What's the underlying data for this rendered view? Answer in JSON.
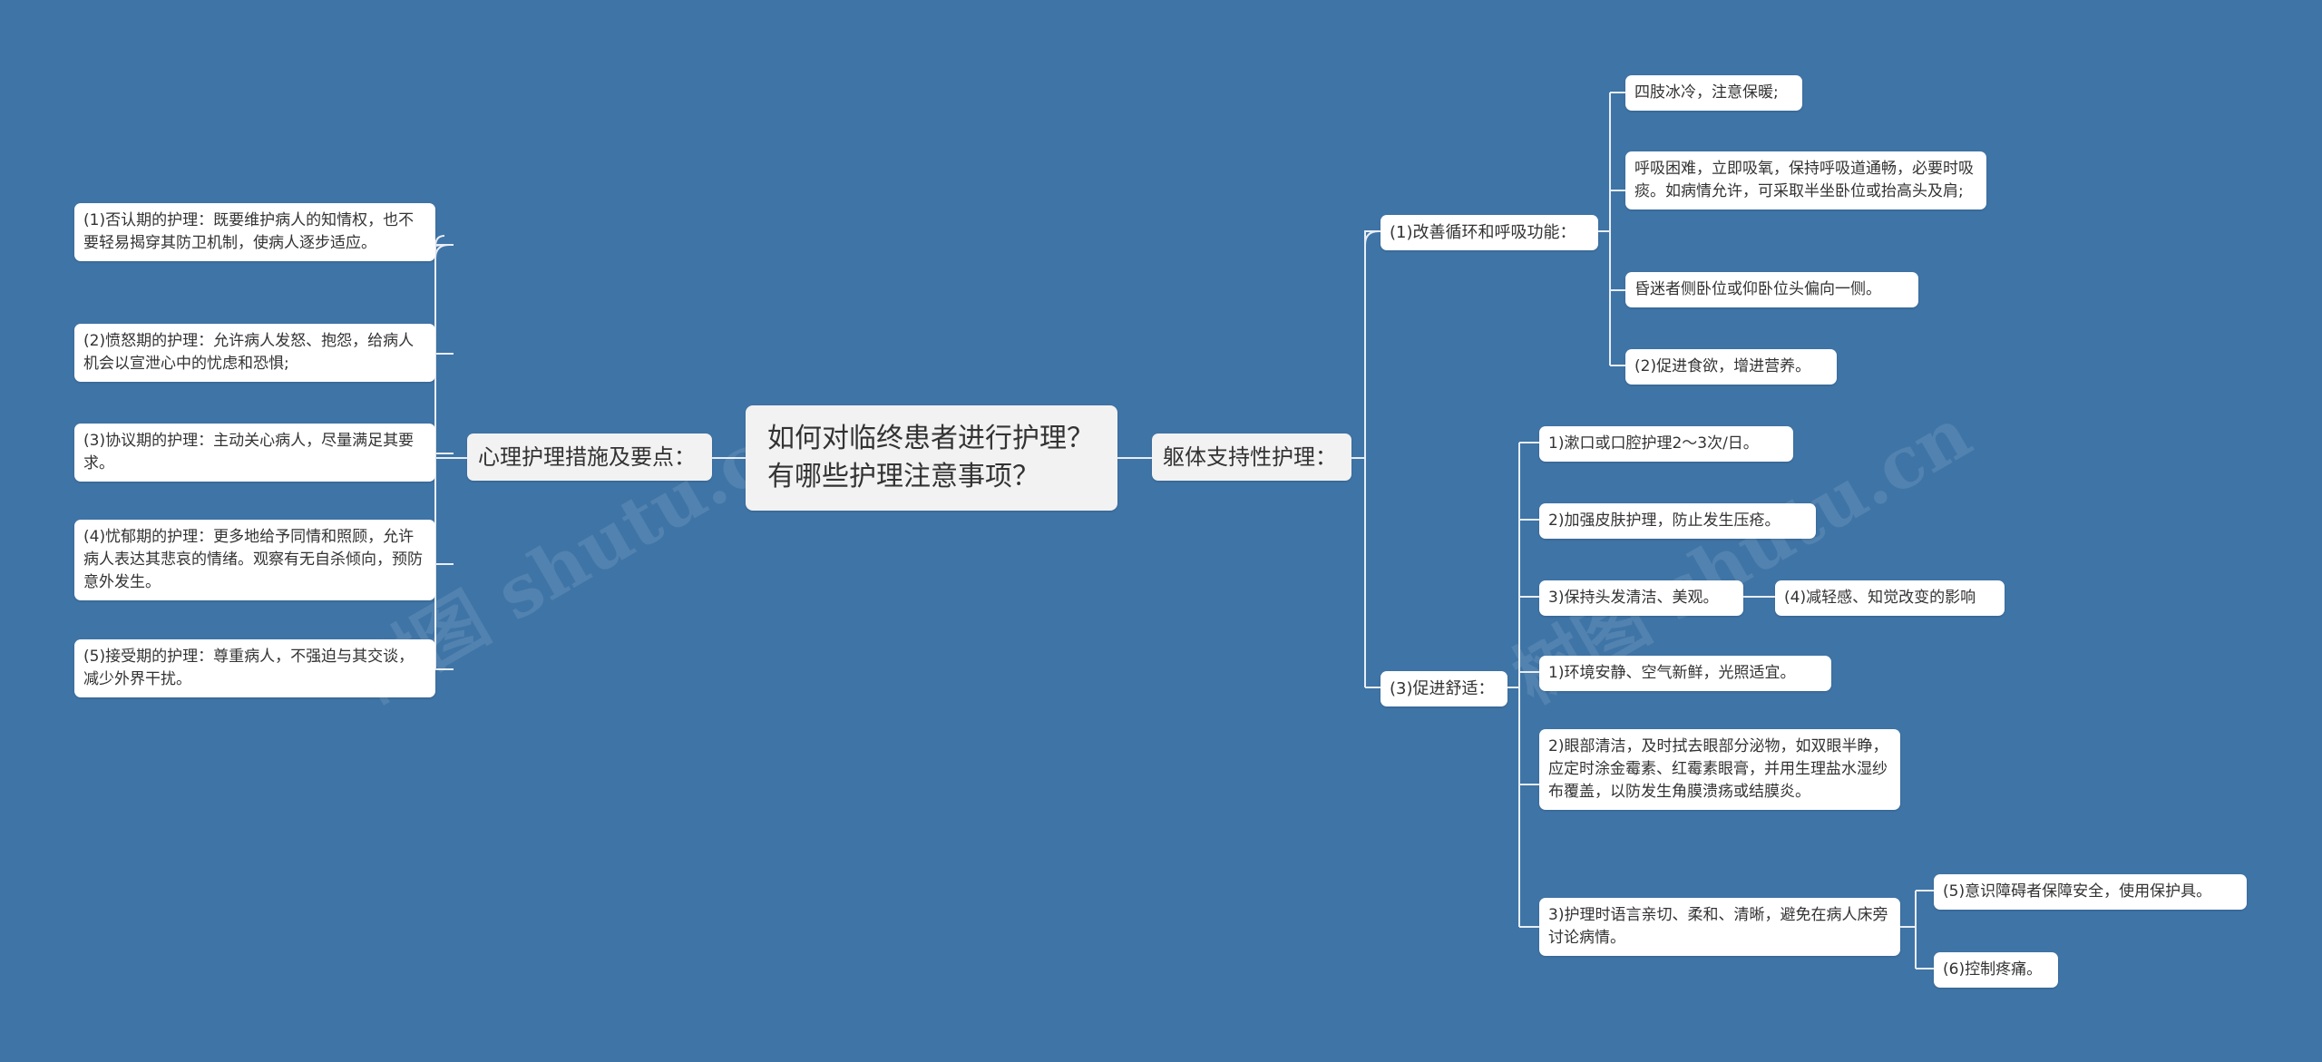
{
  "root": {
    "title": "如何对临终患者进行护理？有哪些护理注意事项？"
  },
  "left": {
    "branch": "心理护理措施及要点：",
    "items": [
      "(1)否认期的护理：既要维护病人的知情权，也不要轻易揭穿其防卫机制，使病人逐步适应。",
      "(2)愤怒期的护理：允许病人发怒、抱怨，给病人机会以宣泄心中的忧虑和恐惧;",
      "(3)协议期的护理：主动关心病人，尽量满足其要求。",
      "(4)忧郁期的护理：更多地给予同情和照顾，允许病人表达其悲哀的情绪。观察有无自杀倾向，预防意外发生。",
      "(5)接受期的护理：尊重病人，不强迫与其交谈，减少外界干扰。"
    ]
  },
  "right": {
    "branch": "躯体支持性护理：",
    "sub1": {
      "label": "(1)改善循环和呼吸功能：",
      "items": [
        "四肢冰冷，注意保暖;",
        "呼吸困难，立即吸氧，保持呼吸道通畅，必要时吸痰。如病情允许，可采取半坐卧位或抬高头及肩;",
        "昏迷者侧卧位或仰卧位头偏向一侧。",
        "(2)促进食欲，增进营养。"
      ]
    },
    "sub2": {
      "label": "(3)促进舒适：",
      "items": [
        "1)漱口或口腔护理2～3次/日。",
        "2)加强皮肤护理，防止发生压疮。",
        "3)保持头发清洁、美观。",
        "1)环境安静、空气新鲜，光照适宜。",
        "2)眼部清洁，及时拭去眼部分泌物，如双眼半睁，应定时涂金霉素、红霉素眼膏，并用生理盐水湿纱布覆盖，以防发生角膜溃疡或结膜炎。",
        "3)护理时语言亲切、柔和、清晰，避免在病人床旁讨论病情。"
      ],
      "hair_child": "(4)减轻感、知觉改变的影响",
      "speech_children": [
        "(5)意识障碍者保障安全，使用保护具。",
        "(6)控制疼痛。"
      ]
    }
  },
  "watermarks": [
    "树图 shutu.cn",
    "树图 shutu.cn"
  ],
  "colors": {
    "background": "#3f74a6",
    "node": "#ffffff",
    "root": "#f2f2f2",
    "line": "#e8eef5"
  }
}
